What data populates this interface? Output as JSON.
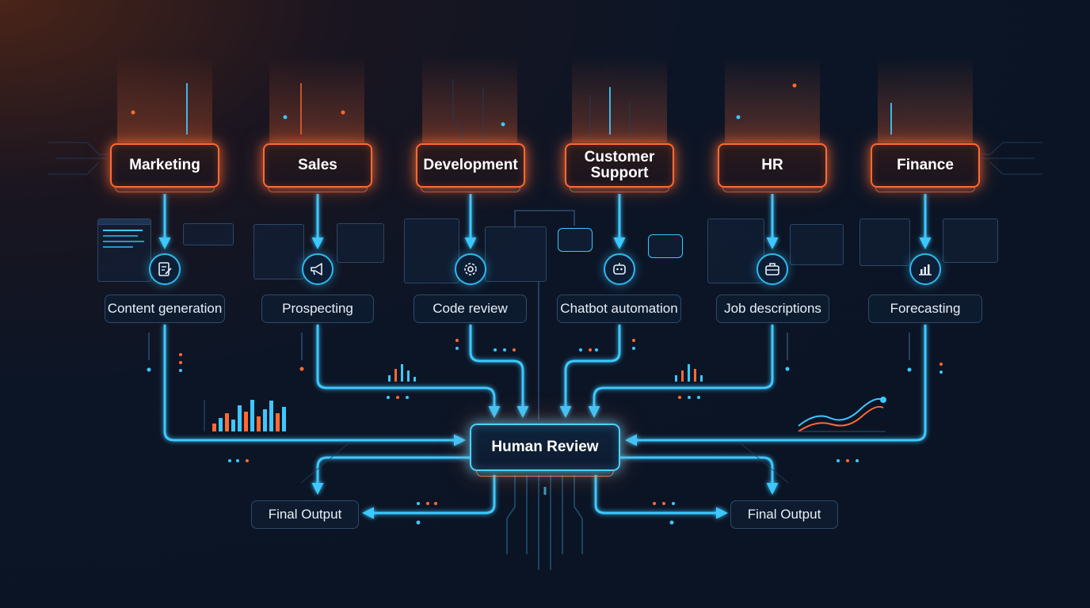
{
  "departments": [
    {
      "name": "Marketing",
      "task": "Content generation",
      "icon": "document-edit-icon"
    },
    {
      "name": "Sales",
      "task": "Prospecting",
      "icon": "megaphone-icon"
    },
    {
      "name": "Development",
      "task": "Code review",
      "icon": "gear-icon"
    },
    {
      "name": "Customer\nSupport",
      "task": "Chatbot automation",
      "icon": "robot-icon"
    },
    {
      "name": "HR",
      "task": "Job descriptions",
      "icon": "briefcase-icon"
    },
    {
      "name": "Finance",
      "task": "Forecasting",
      "icon": "bar-chart-icon"
    }
  ],
  "hub": {
    "label": "Human Review"
  },
  "outputs": [
    {
      "label": "Final Output"
    },
    {
      "label": "Final Output"
    }
  ],
  "colors": {
    "accent_orange": "#ff6a33",
    "accent_cyan": "#2fb8ee",
    "background": "#0a1424"
  }
}
